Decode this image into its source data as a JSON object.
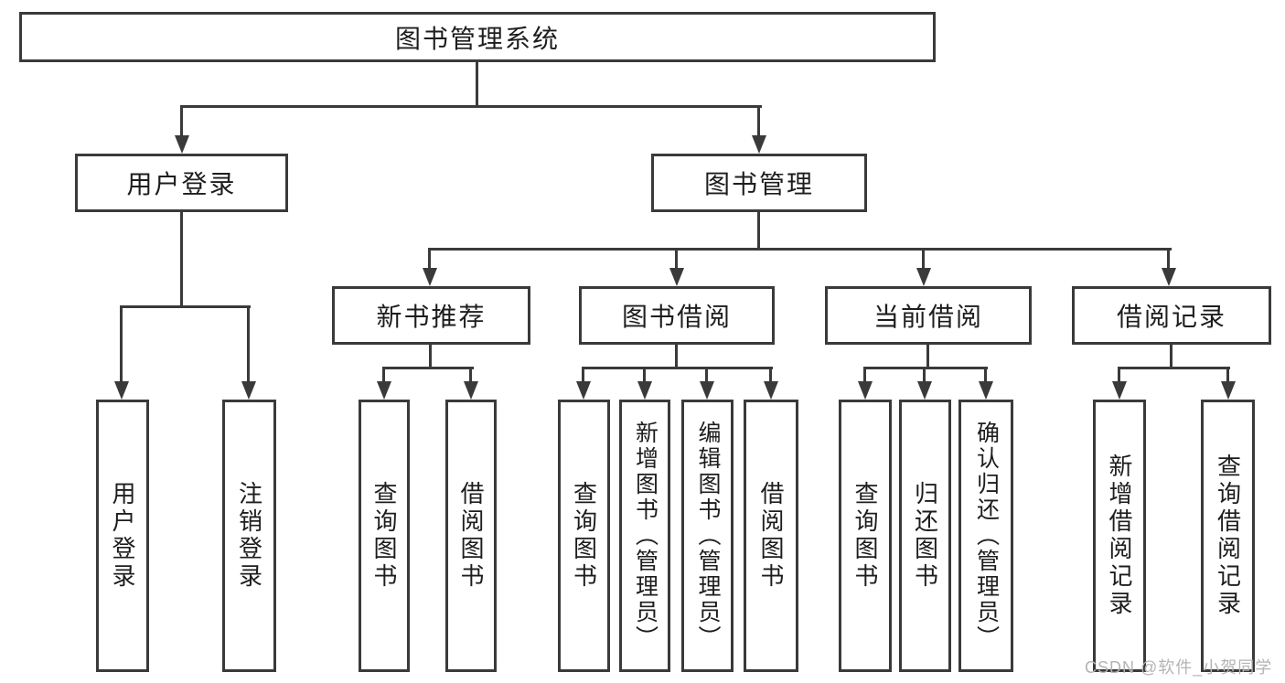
{
  "colors": {
    "line": "#3a3a3a",
    "text": "#1d1d1d",
    "watermark": "#b4b4b4",
    "background": "#ffffff"
  },
  "watermark": {
    "text": "CSDN @软件_小贺同学"
  },
  "tree": {
    "root": {
      "label": "图书管理系统"
    },
    "login_branch": {
      "label": "用户登录",
      "children": [
        "用户登录",
        "注销登录"
      ]
    },
    "manage_branch": {
      "label": "图书管理",
      "groups": [
        {
          "label": "新书推荐",
          "children": [
            "查询图书",
            "借阅图书"
          ]
        },
        {
          "label": "图书借阅",
          "children": [
            "查询图书",
            "新增图书（管理员）",
            "编辑图书（管理员）",
            "借阅图书"
          ]
        },
        {
          "label": "当前借阅",
          "children": [
            "查询图书",
            "归还图书",
            "确认归还（管理员）"
          ]
        },
        {
          "label": "借阅记录",
          "children": [
            "新增借阅记录",
            "查询借阅记录"
          ]
        }
      ]
    }
  }
}
